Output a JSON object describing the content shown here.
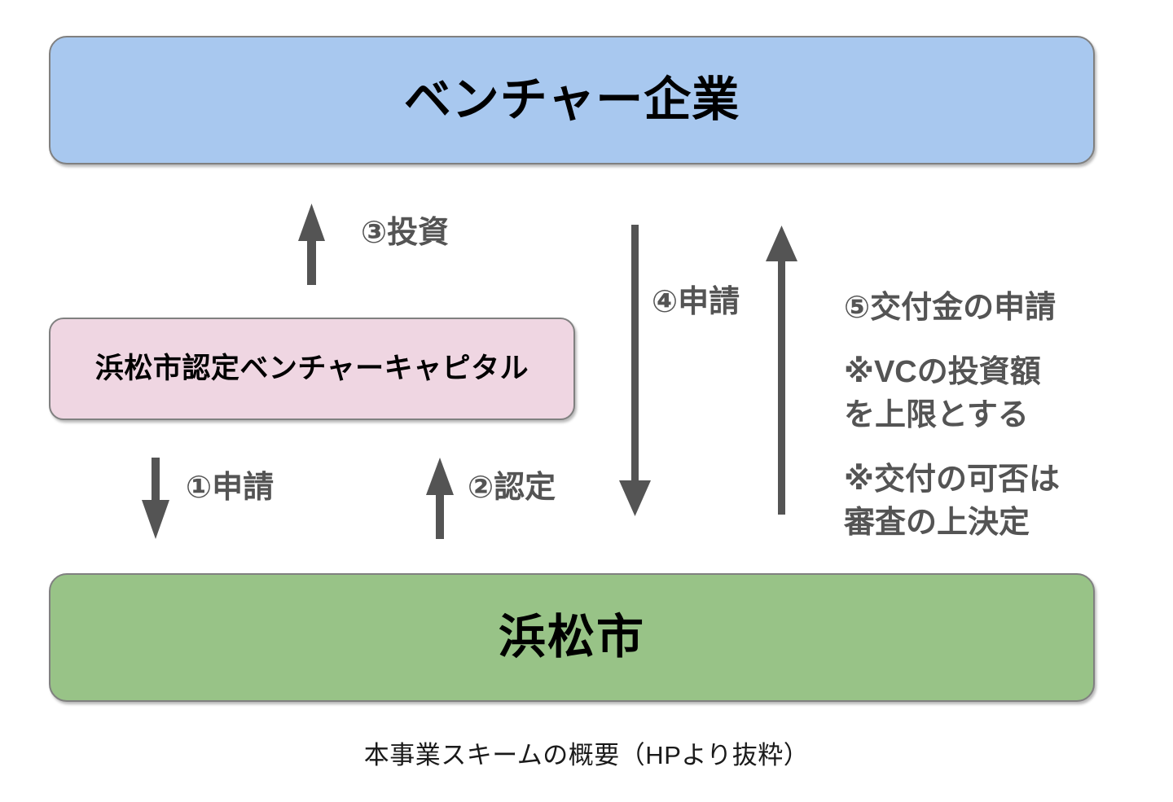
{
  "diagram": {
    "title_caption": "本事業スキームの概要（HPより抜粋）",
    "boxes": {
      "venture": {
        "label": "ベンチャー企業",
        "color": "#a8c8ef"
      },
      "vc": {
        "label": "浜松市認定ベンチャーキャピタル",
        "color": "#efd6e2"
      },
      "city": {
        "label": "浜松市",
        "color": "#98c387"
      }
    },
    "arrow_color": "#545454",
    "flows": [
      {
        "id": "1",
        "label": "①申請",
        "direction": "down",
        "from": "vc",
        "to": "city"
      },
      {
        "id": "2",
        "label": "②認定",
        "direction": "up",
        "from": "city",
        "to": "vc"
      },
      {
        "id": "3",
        "label": "③投資",
        "direction": "up",
        "from": "vc",
        "to": "venture"
      },
      {
        "id": "4",
        "label": "④申請",
        "direction": "down",
        "from": "venture",
        "to": "city"
      },
      {
        "id": "5",
        "label": "⑤交付金の申請",
        "direction": "up",
        "from": "city",
        "to": "venture"
      }
    ],
    "notes": [
      "※VCの投資額",
      "を上限とする",
      "※交付の可否は",
      "審査の上決定"
    ],
    "notes_grouped": {
      "note1_line1": "※VCの投資額",
      "note1_line2": "を上限とする",
      "note2_line1": "※交付の可否は",
      "note2_line2": "審査の上決定"
    }
  }
}
